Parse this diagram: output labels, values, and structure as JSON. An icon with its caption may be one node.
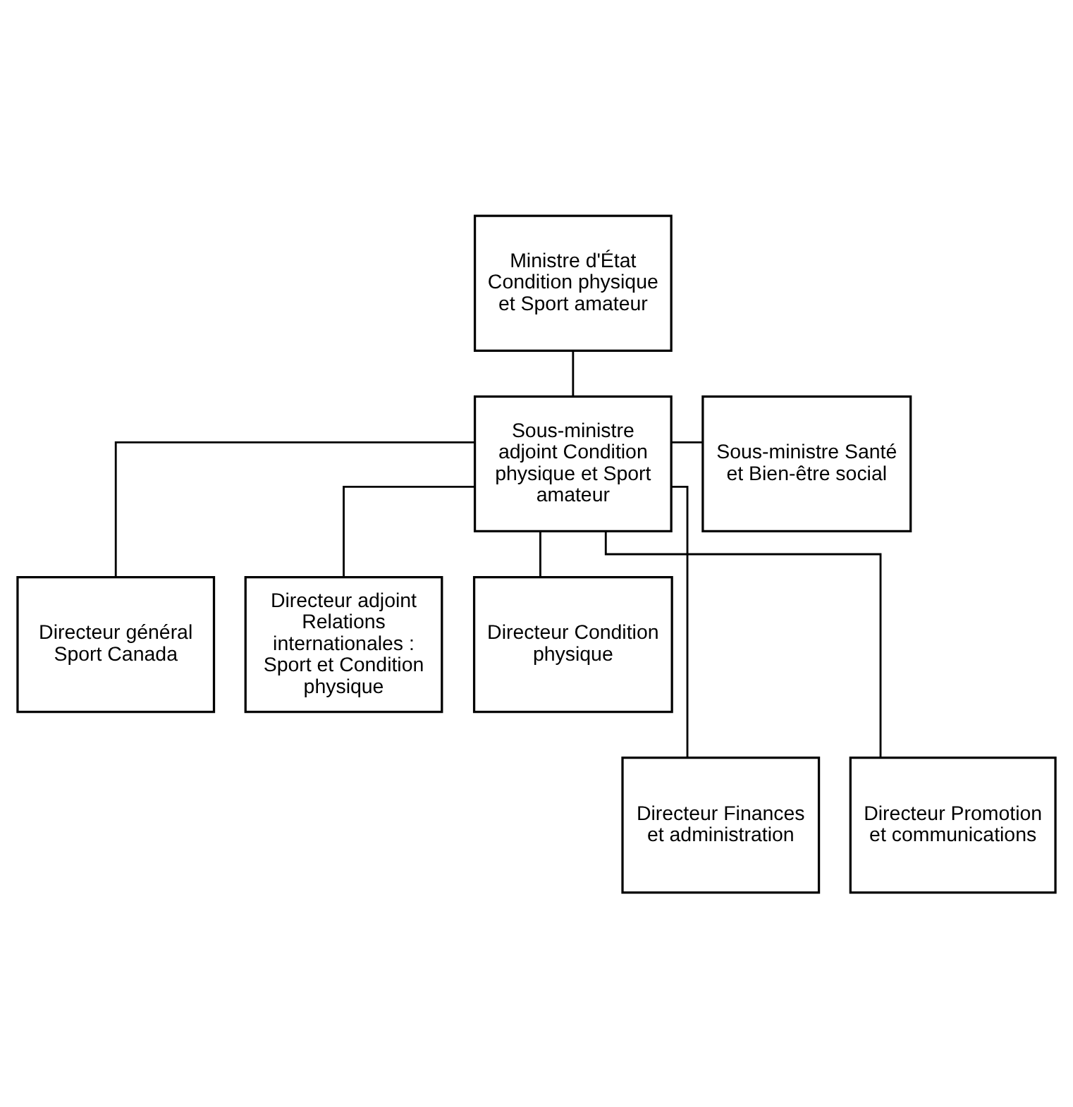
{
  "diagram": {
    "nodes": [
      {
        "text": [
          "Ministre d'État Condition physique et Sport amateur"
        ]
      },
      {
        "text": [
          "Sous-ministre Santé et Bien-être social"
        ]
      },
      {
        "text": [
          "Sous-ministre adjoint Condition physique et Sport amateur"
        ]
      },
      {
        "text": [
          "Directeur général Sport Canada"
        ]
      },
      {
        "text": [
          "Directeur adjoint Relations internationales : Sport et Condition physique"
        ]
      },
      {
        "text": [
          "Directeur Condition physique"
        ]
      },
      {
        "text": [
          "Directeur Finances et administration"
        ]
      },
      {
        "text": [
          "Directeur Promotion et communications"
        ]
      }
    ],
    "edges": [
      {
        "from": 0,
        "to": 2,
        "arrow": "none"
      },
      {
        "from": 1,
        "to": 2,
        "arrow": "none"
      },
      {
        "from": 2,
        "to": 3,
        "arrow": "none"
      },
      {
        "from": 2,
        "to": 6,
        "arrow": "none"
      },
      {
        "from": 2,
        "to": 4,
        "arrow": "none"
      },
      {
        "from": 2,
        "to": 7,
        "arrow": "none"
      },
      {
        "from": 2,
        "to": 5,
        "arrow": "none"
      }
    ]
  }
}
